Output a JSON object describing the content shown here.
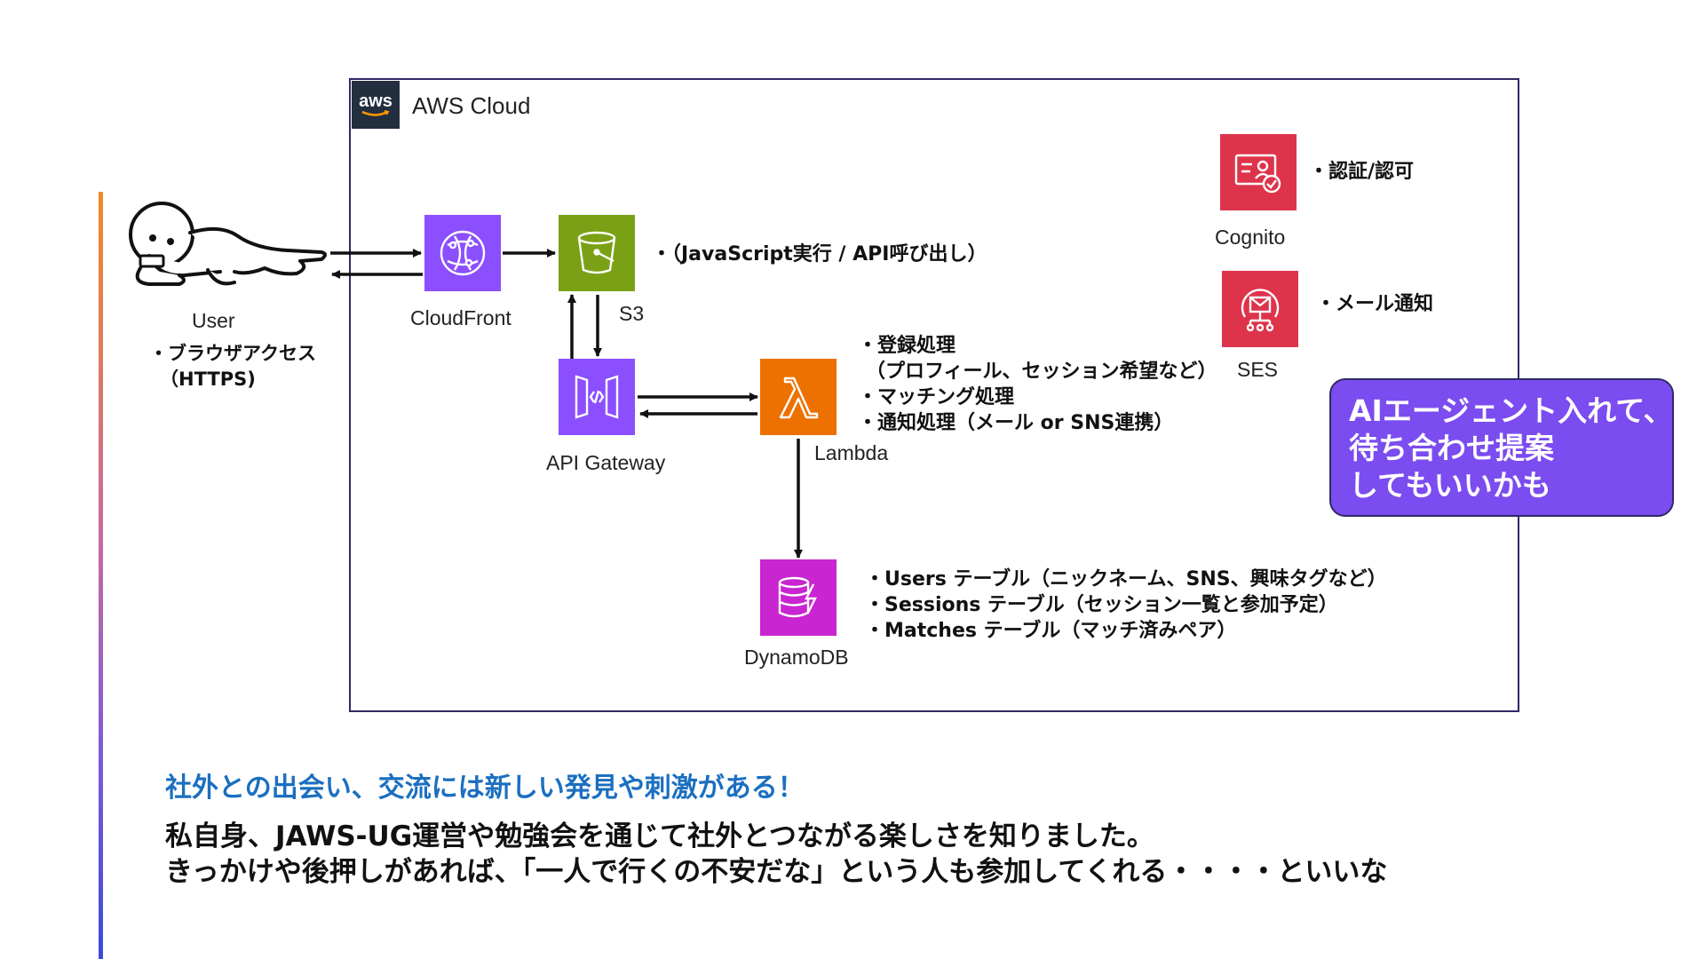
{
  "cloud": {
    "logo_text": "aws",
    "title": "AWS Cloud"
  },
  "nodes": {
    "user": {
      "label": "User",
      "notes": [
        "・ブラウザアクセス",
        "（HTTPS)"
      ],
      "icon": "person-lying-icon"
    },
    "cloudfront": {
      "label": "CloudFront",
      "color": "#8c4fff",
      "icon": "cloudfront-icon"
    },
    "s3": {
      "label": "S3",
      "color": "#7aa116",
      "icon": "bucket-icon",
      "note": "・（JavaScript実行 / API呼び出し）"
    },
    "apigw": {
      "label": "API Gateway",
      "color": "#8c4fff",
      "icon": "api-gateway-icon"
    },
    "lambda": {
      "label": "Lambda",
      "color": "#ed7100",
      "icon": "lambda-icon",
      "notes": [
        "・登録処理",
        "（プロフィール、セッション希望など）",
        "・マッチング処理",
        "・通知処理（メール or SNS連携）"
      ]
    },
    "dynamodb": {
      "label": "DynamoDB",
      "color": "#c925d1",
      "icon": "dynamodb-icon",
      "notes": [
        "・Users テーブル（ニックネーム、SNS、興味タグなど）",
        "・Sessions テーブル（セッション一覧と参加予定）",
        "・Matches テーブル（マッチ済みペア）"
      ]
    },
    "cognito": {
      "label": "Cognito",
      "color": "#dd344c",
      "icon": "cognito-icon",
      "note": "・認証/認可"
    },
    "ses": {
      "label": "SES",
      "color": "#dd344c",
      "icon": "ses-icon",
      "note": "・メール通知"
    }
  },
  "callout": {
    "lines": [
      "AIエージェント入れて、",
      "待ち合わせ提案",
      "してもいいかも"
    ],
    "color": "#7b4cf0"
  },
  "footer": {
    "headline": "社外との出会い、交流には新しい発見や刺激がある！",
    "lines": [
      "私自身、JAWS-UG運営や勉強会を通じて社外とつながる楽しさを知りました。",
      "きっかけや後押しがあれば、「一人で行くの不安だな」という人も参加してくれる・・・・といいな"
    ]
  }
}
